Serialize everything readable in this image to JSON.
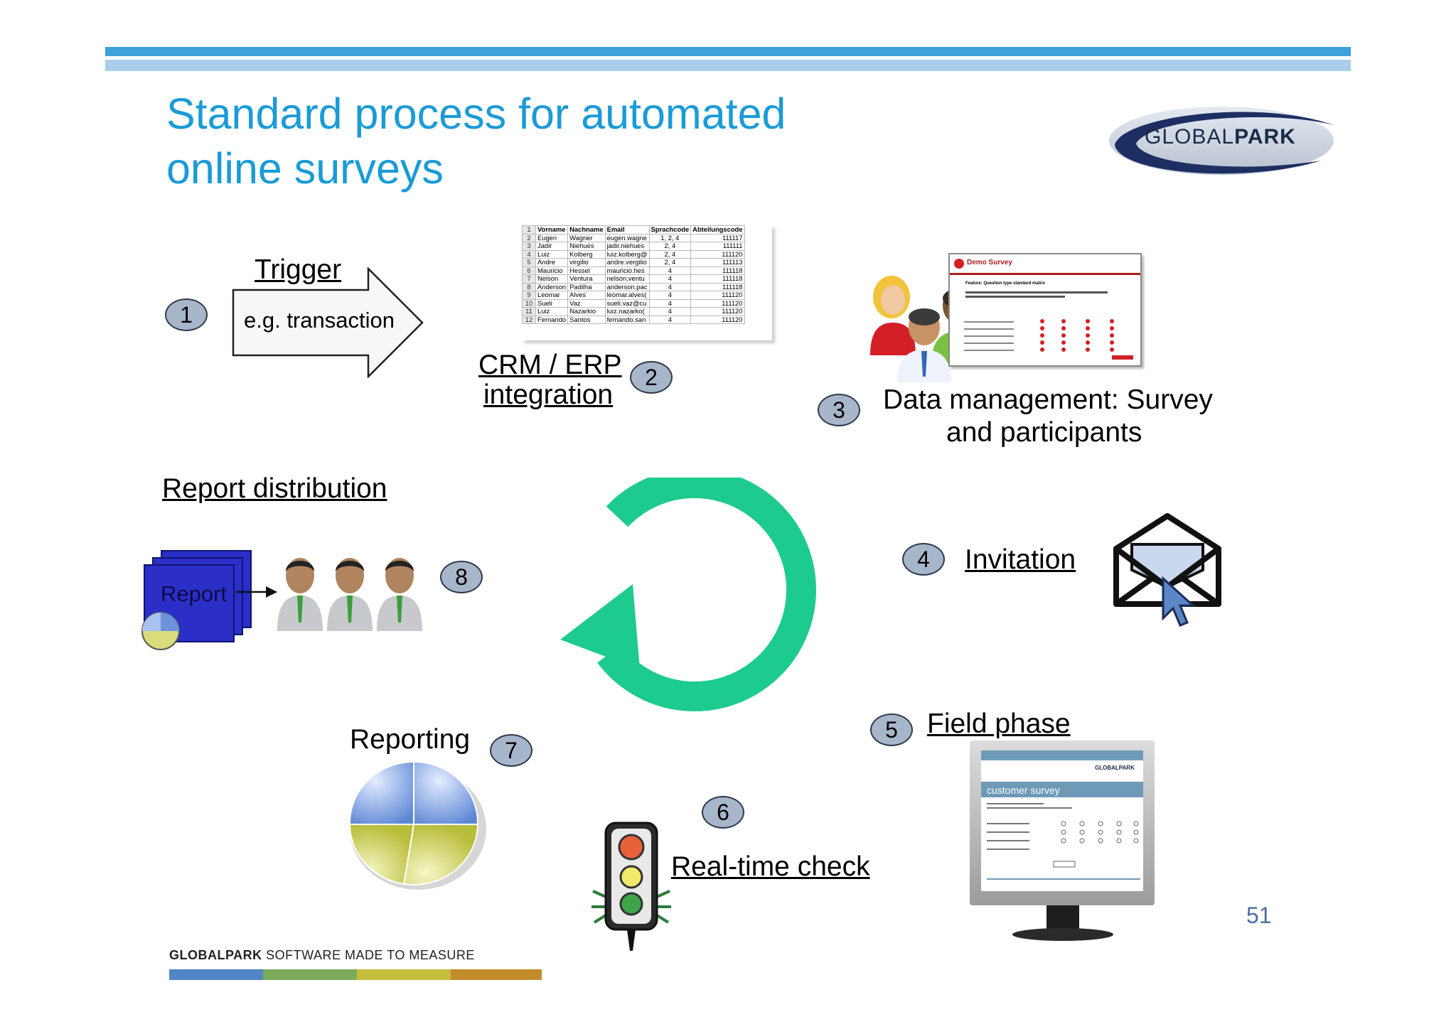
{
  "slide": {
    "title_line1": "Standard process for automated",
    "title_line2": "online surveys",
    "page_number": "51"
  },
  "logo": {
    "text_light": "GLOBAL",
    "text_bold": "PARK"
  },
  "footer": {
    "brand": "GLOBALPARK",
    "tagline": " SOFTWARE MADE TO MEASURE",
    "bar_colors": [
      "#4f87c6",
      "#7bab58",
      "#c7bd3c",
      "#c08d2a"
    ]
  },
  "steps": [
    {
      "number": "1",
      "label": "Trigger",
      "sublabel": "e.g. transaction"
    },
    {
      "number": "2",
      "label_line1": "CRM / ERP",
      "label_line2": "integration"
    },
    {
      "number": "3",
      "label_line1": "Data management: Survey",
      "label_line2": "and participants"
    },
    {
      "number": "4",
      "label": "Invitation"
    },
    {
      "number": "5",
      "label": "Field phase"
    },
    {
      "number": "6",
      "label": "Real-time check"
    },
    {
      "number": "7",
      "label": "Reporting"
    },
    {
      "number": "8",
      "label": "Report distribution",
      "doc_label": "Report"
    }
  ],
  "spreadsheet": {
    "headers": [
      "Vorname",
      "Nachname",
      "Email",
      "Sprachcode",
      "Abteilungscode"
    ],
    "rows": [
      [
        "2",
        "Eugen",
        "Wagner",
        "eugen.wagne",
        "1, 2, 4",
        "111117"
      ],
      [
        "3",
        "Jadir",
        "Niehues",
        "jadir.niehues",
        "2, 4",
        "111111"
      ],
      [
        "4",
        "Luiz",
        "Kolberg",
        "luiz.kolberg@",
        "2, 4",
        "111120"
      ],
      [
        "5",
        "Andre",
        "virgilio",
        "andre.vergilio",
        "2, 4",
        "111113"
      ],
      [
        "6",
        "Mauricio",
        "Hessel",
        "mauricio.hes",
        "4",
        "111118"
      ],
      [
        "7",
        "Nelson",
        "Ventura",
        "nelson.ventu",
        "4",
        "111118"
      ],
      [
        "8",
        "Anderson",
        "Padilha",
        "anderson.pac",
        "4",
        "111118"
      ],
      [
        "9",
        "Leomar",
        "Alves",
        "leomar.alves(",
        "4",
        "111120"
      ],
      [
        "10",
        "Sueli",
        "Vaz",
        "sueli.vaz@cu",
        "4",
        "111120"
      ],
      [
        "11",
        "Luiz",
        "Nazarkio",
        "luiz.nazarko(",
        "4",
        "111120"
      ],
      [
        "12",
        "Fernando",
        "Santos",
        "fernando.san",
        "4",
        "111120"
      ]
    ]
  },
  "demo_survey": {
    "title": "Demo Survey",
    "heading": "Feature: Question type standard matrix"
  },
  "monitor_screen": {
    "title": "customer survey",
    "logo": "GLOBALPARK"
  },
  "colors": {
    "accent_title": "#1a9bd7",
    "cycle_arrow": "#1ecb8f",
    "step_circle": "#a8b6cb",
    "report_docs": "#2b2fc8"
  }
}
